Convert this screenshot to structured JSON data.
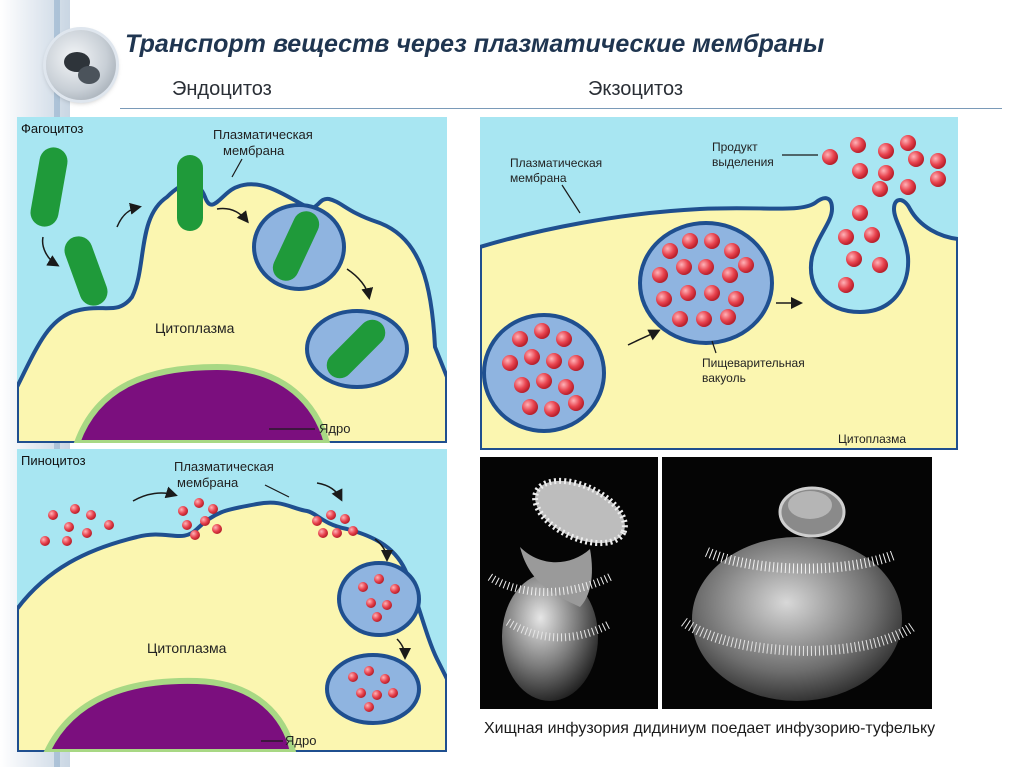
{
  "slide": {
    "title": "Транспорт веществ через плазматические мембраны",
    "endocytosis_heading": "Эндоцитоз",
    "exocytosis_heading": "Экзоцитоз"
  },
  "phagocytosis": {
    "label": "Фагоцитоз",
    "membrane_label_line1": "Плазматическая",
    "membrane_label_line2": "мембрана",
    "cytoplasm_label": "Цитоплазма",
    "nucleus_label": "Ядро"
  },
  "pinocytosis": {
    "label": "Пиноцитоз",
    "membrane_label_line1": "Плазматическая",
    "membrane_label_line2": "мембрана",
    "cytoplasm_label": "Цитоплазма",
    "nucleus_label": "Ядро"
  },
  "exocytosis": {
    "membrane_label_line1": "Плазматическая",
    "membrane_label_line2": "мембрана",
    "product_label_line1": "Продукт",
    "product_label_line2": "выделения",
    "vacuole_label_line1": "Пищеварительная",
    "vacuole_label_line2": "вакуоль",
    "cytoplasm_label": "Цитоплазма"
  },
  "photo": {
    "caption": "Хищная инфузория дидиниум поедает инфузорию-туфельку"
  },
  "colors": {
    "extracellular": "#a8e6f2",
    "cytoplasm": "#fbf6b0",
    "membrane": "#1f4f8f",
    "vesicle": "#8fb4e0",
    "nucleus": "#7b0f7e",
    "nucleus_rim": "#a8d884",
    "bacterium": "#1f9a3a",
    "particle": "#e8434e"
  }
}
